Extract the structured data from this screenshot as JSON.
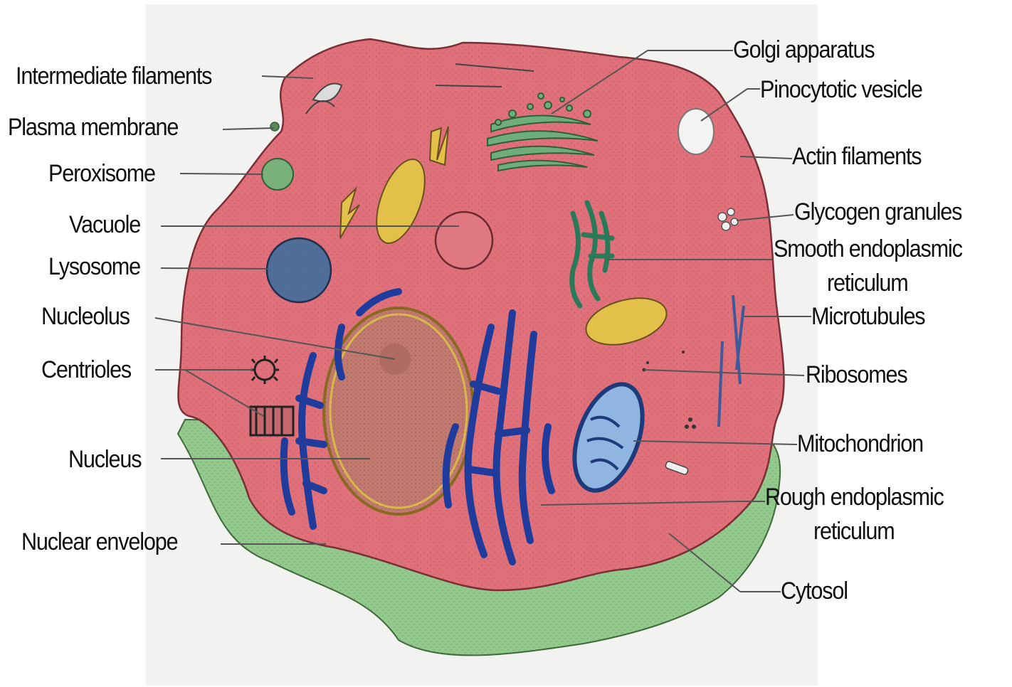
{
  "colors": {
    "cytoplasm": "#e0707a",
    "cell_base": "#93c98c",
    "nucleus": "#c27a70",
    "rough_er": "#1f3c9c",
    "smooth_er": "#3a9c7a",
    "mitochondrion_outer": "#2f5aa8",
    "mitochondrion_inner": "#8fb5e0",
    "lysosome": "#4e6f9c",
    "vacuole_fill": "#e07882",
    "yellow_organelle": "#e2c04a",
    "label_lines": "#555555",
    "text": "#111111"
  },
  "labels": {
    "left": [
      {
        "key": "intermediate_filaments",
        "text": "Intermediate filaments",
        "icon": "filament-icon"
      },
      {
        "key": "plasma_membrane",
        "text": "Plasma membrane",
        "icon": "membrane-icon"
      },
      {
        "key": "peroxisome",
        "text": "Peroxisome",
        "icon": "peroxisome-icon"
      },
      {
        "key": "vacuole",
        "text": "Vacuole",
        "icon": "vacuole-icon"
      },
      {
        "key": "lysosome",
        "text": "Lysosome",
        "icon": "lysosome-icon"
      },
      {
        "key": "nucleolus",
        "text": "Nucleolus",
        "icon": "nucleolus-icon"
      },
      {
        "key": "centrioles",
        "text": "Centrioles",
        "icon": "centriole-icon"
      },
      {
        "key": "nucleus",
        "text": "Nucleus",
        "icon": "nucleus-icon"
      },
      {
        "key": "nuclear_envelope",
        "text": "Nuclear envelope",
        "icon": "envelope-icon"
      }
    ],
    "right": [
      {
        "key": "golgi",
        "text": "Golgi apparatus",
        "icon": "golgi-icon"
      },
      {
        "key": "pinocytotic",
        "text": "Pinocytotic vesicle",
        "icon": "vesicle-icon"
      },
      {
        "key": "actin",
        "text": "Actin filaments",
        "icon": "actin-icon"
      },
      {
        "key": "glycogen",
        "text": "Glycogen granules",
        "icon": "glycogen-icon"
      },
      {
        "key": "smooth_er_1",
        "text": "Smooth endoplasmic",
        "icon": "smooth-er-icon"
      },
      {
        "key": "smooth_er_2",
        "text": "reticulum",
        "icon": "smooth-er-icon"
      },
      {
        "key": "microtubules",
        "text": "Microtubules",
        "icon": "microtubule-icon"
      },
      {
        "key": "ribosomes",
        "text": "Ribosomes",
        "icon": "ribosome-icon"
      },
      {
        "key": "mitochondrion",
        "text": "Mitochondrion",
        "icon": "mitochondrion-icon"
      },
      {
        "key": "rough_er_1",
        "text": "Rough endoplasmic",
        "icon": "rough-er-icon"
      },
      {
        "key": "rough_er_2",
        "text": "reticulum",
        "icon": "rough-er-icon"
      },
      {
        "key": "cytosol",
        "text": "Cytosol",
        "icon": "cytosol-icon"
      }
    ]
  }
}
